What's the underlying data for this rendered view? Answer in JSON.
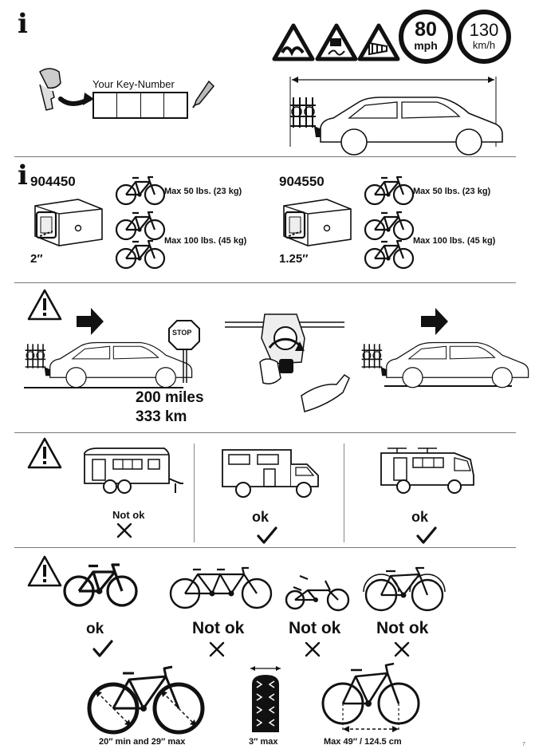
{
  "key_section": {
    "label": "Your Key-Number"
  },
  "speed_signs": [
    {
      "value": "80",
      "unit": "mph"
    },
    {
      "value": "130",
      "unit": "km/h"
    }
  ],
  "models": [
    {
      "number": "904450",
      "receiver": "2″",
      "limit_small": "Max 50 lbs. (23 kg)",
      "limit_large": "Max 100 lbs. (45 kg)"
    },
    {
      "number": "904550",
      "receiver": "1.25″",
      "limit_small": "Max 50 lbs. (23 kg)",
      "limit_large": "Max 100 lbs. (45 kg)"
    }
  ],
  "check_distance": {
    "miles": "200 miles",
    "km": "333 km",
    "stop_sign": "STOP"
  },
  "vehicles": [
    {
      "verdict": "Not ok",
      "mark": "✕"
    },
    {
      "verdict": "ok",
      "mark": "✓"
    },
    {
      "verdict": "ok",
      "mark": "✓"
    }
  ],
  "bike_types": [
    {
      "verdict": "ok",
      "mark": "✓"
    },
    {
      "verdict": "Not ok",
      "mark": "✕"
    },
    {
      "verdict": "Not ok",
      "mark": "✕"
    },
    {
      "verdict": "Not ok",
      "mark": "✕"
    }
  ],
  "dimensions": {
    "wheel": "20″ min and 29″ max",
    "tire": "3″ max",
    "wheelbase": "Max 49″ / 124.5 cm"
  },
  "page_number": "7",
  "icons": [
    "info-icon",
    "warning-icon",
    "key-icon",
    "pen-icon",
    "arrow-right-icon",
    "check-icon",
    "cross-icon",
    "bike-icon"
  ]
}
